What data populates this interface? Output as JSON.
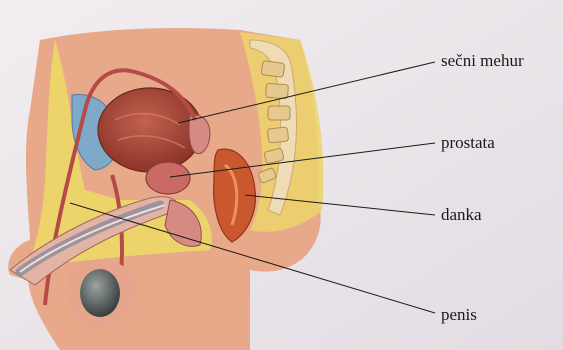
{
  "labels": {
    "secni_mehur": "sečni mehur",
    "prostata": "prostata",
    "danka": "danka",
    "penis": "penis"
  },
  "colors": {
    "background": "#ebe6ea",
    "skin": "#e8a98a",
    "fat_yellow": "#ecd46a",
    "bladder": "#a8483a",
    "prostate": "#c96a64",
    "rectum": "#c9582e",
    "blue_region": "#7fa9c9",
    "bone": "#f0dcb4",
    "leader_line": "#1a1a1a"
  }
}
